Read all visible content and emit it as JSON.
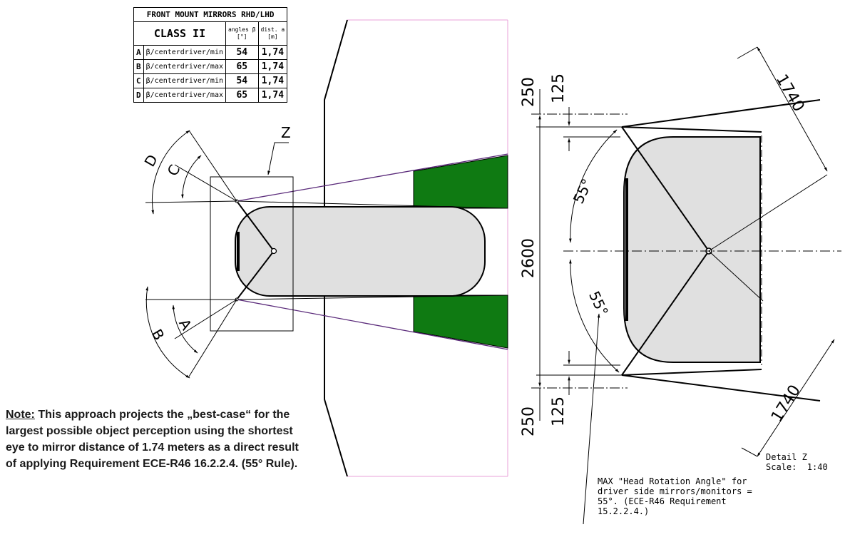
{
  "table": {
    "title": "FRONT MOUNT MIRRORS RHD/LHD",
    "class_label": "CLASS II",
    "col_angle": "angles β",
    "col_angle_unit": "[°]",
    "col_dist": "dist. a",
    "col_dist_unit": "[m]",
    "rows": [
      {
        "label": "A",
        "desc": "β/centerdriver/min",
        "angle": "54",
        "dist": "1,74"
      },
      {
        "label": "B",
        "desc": "β/centerdriver/max",
        "angle": "65",
        "dist": "1,74"
      },
      {
        "label": "C",
        "desc": "β/centerdriver/min",
        "angle": "54",
        "dist": "1,74"
      },
      {
        "label": "D",
        "desc": "β/centerdriver/max",
        "angle": "65",
        "dist": "1,74"
      }
    ]
  },
  "left_labels": {
    "z": "Z",
    "a": "A",
    "b": "B",
    "c": "C",
    "d": "D"
  },
  "dims": {
    "top_250": "250",
    "top_125": "125",
    "bottom_250": "250",
    "bottom_125": "125",
    "width_2600": "2600",
    "diag_top": "1740",
    "diag_bottom": "1740",
    "angle_top": "55°",
    "angle_bottom": "55°"
  },
  "note": {
    "heading": "Note:",
    "text": "This approach projects the „best-case“ for the largest possible object perception using the shortest eye to mirror distance of 1.74 meters as a direct result of applying Requirement ECE-R46 16.2.2.4. (55° Rule)."
  },
  "detail": {
    "line1": "Detail Z",
    "line2": "Scale:  1:40"
  },
  "rule_note": "MAX \"Head Rotation Angle\" for driver side mirrors/monitors = 55°. (ECE-R46 Requirement 15.2.2.4.)",
  "colors": {
    "green": "#0f7a12",
    "body_fill": "#e0e0e0",
    "purple": "#5a2a7a",
    "pink": "#e8a0d8"
  }
}
